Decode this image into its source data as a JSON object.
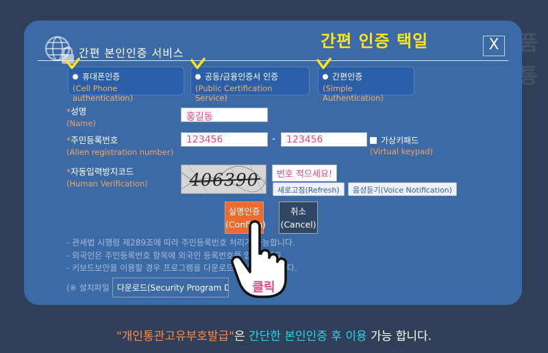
{
  "header": {
    "title": "간편 본인인증 서비스",
    "close": "X"
  },
  "annotation": {
    "title": "간편 인증 택일",
    "click_label": "클릭"
  },
  "auth_options": [
    {
      "name": "휴대폰인증",
      "sub": "(Cell Phone authentication)"
    },
    {
      "name": "공동/금융인증서 인증",
      "sub": "(Public Certification Service)"
    },
    {
      "name": "간편인증",
      "sub": "(Simple Authentication)"
    }
  ],
  "form": {
    "name_label": "성명",
    "name_sub": "(Name)",
    "name_value": "홍길동",
    "rrn_label": "주민등록번호",
    "rrn_sub": "(Alien registration number)",
    "rrn_front": "123456",
    "rrn_sep": "-",
    "rrn_back": "123456",
    "vk_label": "가상키패드",
    "vk_sub": "(Virtual keypad)",
    "captcha_label": "자동입력방지코드",
    "captcha_sub": "(Human Verification)",
    "captcha_text": "406390",
    "captcha_hint": "번호 적으세요!",
    "refresh_label": "새로고침(Refresh)",
    "voice_label": "음성듣기(Voice Notification)"
  },
  "buttons": {
    "confirm_main": "실명인증",
    "confirm_sub": "(Confirm)",
    "cancel_main": "취소",
    "cancel_sub": "(Cancel)"
  },
  "notes": [
    "- 관세법 시행령 제289조에 따라 주민등록번호 처리가 가능합니다.",
    "- 외국인은 주민등록번호 항목에 외국인 등록번호를 입력하세요.",
    "- 키보드보안을 이용할 경우 프로그램을 다운로드 후 이용 바랍니다."
  ],
  "download": {
    "prefix": "(※ 설치파일",
    "button": "다운로드(Security Program Download)"
  },
  "footer": {
    "part1": "\"개인통관고유부호발급\"",
    "part2": "은 ",
    "part3": "간단한 본인인증 후 이용",
    "part4": " 가능 합니다."
  },
  "colors": {
    "dialog": "#3c6aa6",
    "background": "#2e3f57",
    "accent_orange": "#f7a35a",
    "annot_yellow": "#ffe51a",
    "confirm": "#ef6a2c",
    "cancel": "#2f4664"
  }
}
